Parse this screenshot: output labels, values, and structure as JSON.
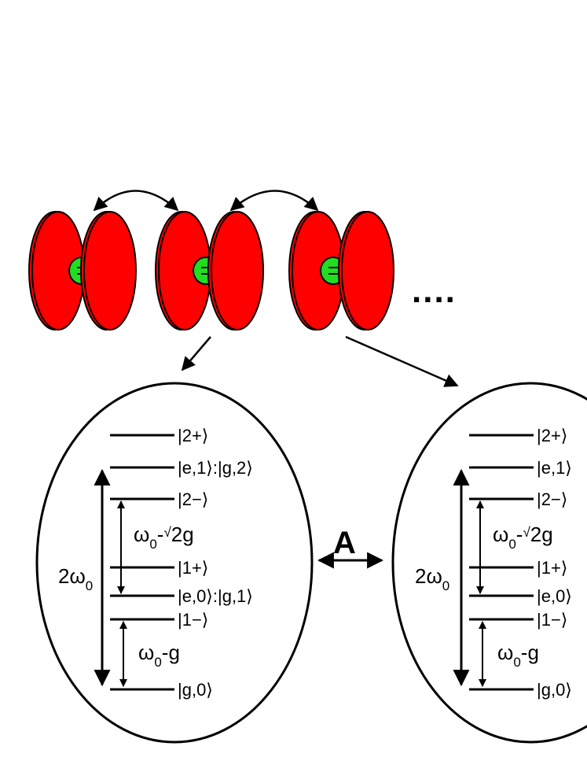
{
  "continuation_dots": "....",
  "coupling_label": "A",
  "colors": {
    "mirror": "#ff0000",
    "atom": "#22dd22",
    "line": "#000000"
  },
  "ladder_left": {
    "levels": [
      "|2+⟩",
      "|e,1⟩:|g,2⟩",
      "|2−⟩",
      "|1+⟩",
      "|e,0⟩:|g,1⟩",
      "|1−⟩",
      "|g,0⟩"
    ],
    "big_gap": {
      "main": "2ω",
      "sub": "0"
    },
    "upper_gap": {
      "omega": "ω",
      "sub": "0",
      "dash": "-",
      "root": "√",
      "rest": "2g"
    },
    "lower_gap": {
      "omega": "ω",
      "sub": "0",
      "rest": "-g"
    }
  },
  "ladder_right": {
    "levels": [
      "|2+⟩",
      "|e,1⟩",
      "|2−⟩",
      "|1+⟩",
      "|e,0⟩",
      "|1−⟩",
      "|g,0⟩"
    ],
    "big_gap": {
      "main": "2ω",
      "sub": "0"
    },
    "upper_gap": {
      "omega": "ω",
      "sub": "0",
      "dash": "-",
      "root": "√",
      "rest": "2g"
    },
    "lower_gap": {
      "omega": "ω",
      "sub": "0",
      "rest": "-g"
    }
  }
}
